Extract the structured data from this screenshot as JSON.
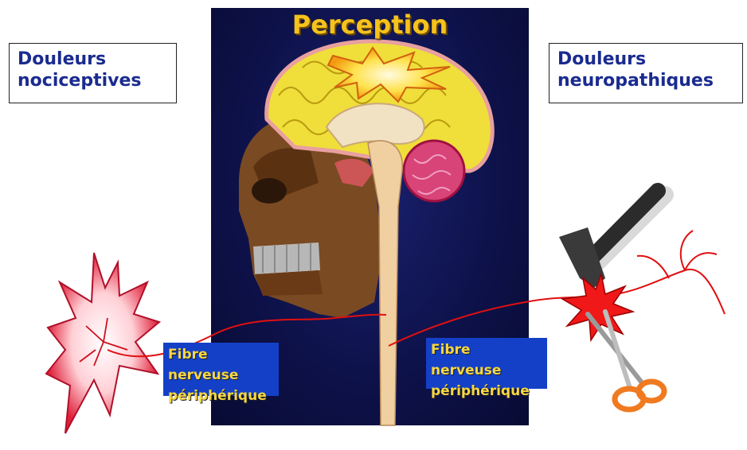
{
  "title": "Perception",
  "left_label": {
    "line1": "Douleurs",
    "line2": "nociceptives"
  },
  "right_label": {
    "line1": "Douleurs",
    "line2": "neuropathiques"
  },
  "fibre_left": {
    "line1": "Fibre nerveuse",
    "line2": "périphérique"
  },
  "fibre_right": {
    "line1": "Fibre nerveuse",
    "line2": "périphérique"
  },
  "colors": {
    "label_text": "#1a2b8f",
    "title": "#f6c21c",
    "panel_bg": "#0d1148",
    "fibre_bg": "#1440c8",
    "fibre_text": "#f5d742",
    "nerve": "#e01010"
  }
}
